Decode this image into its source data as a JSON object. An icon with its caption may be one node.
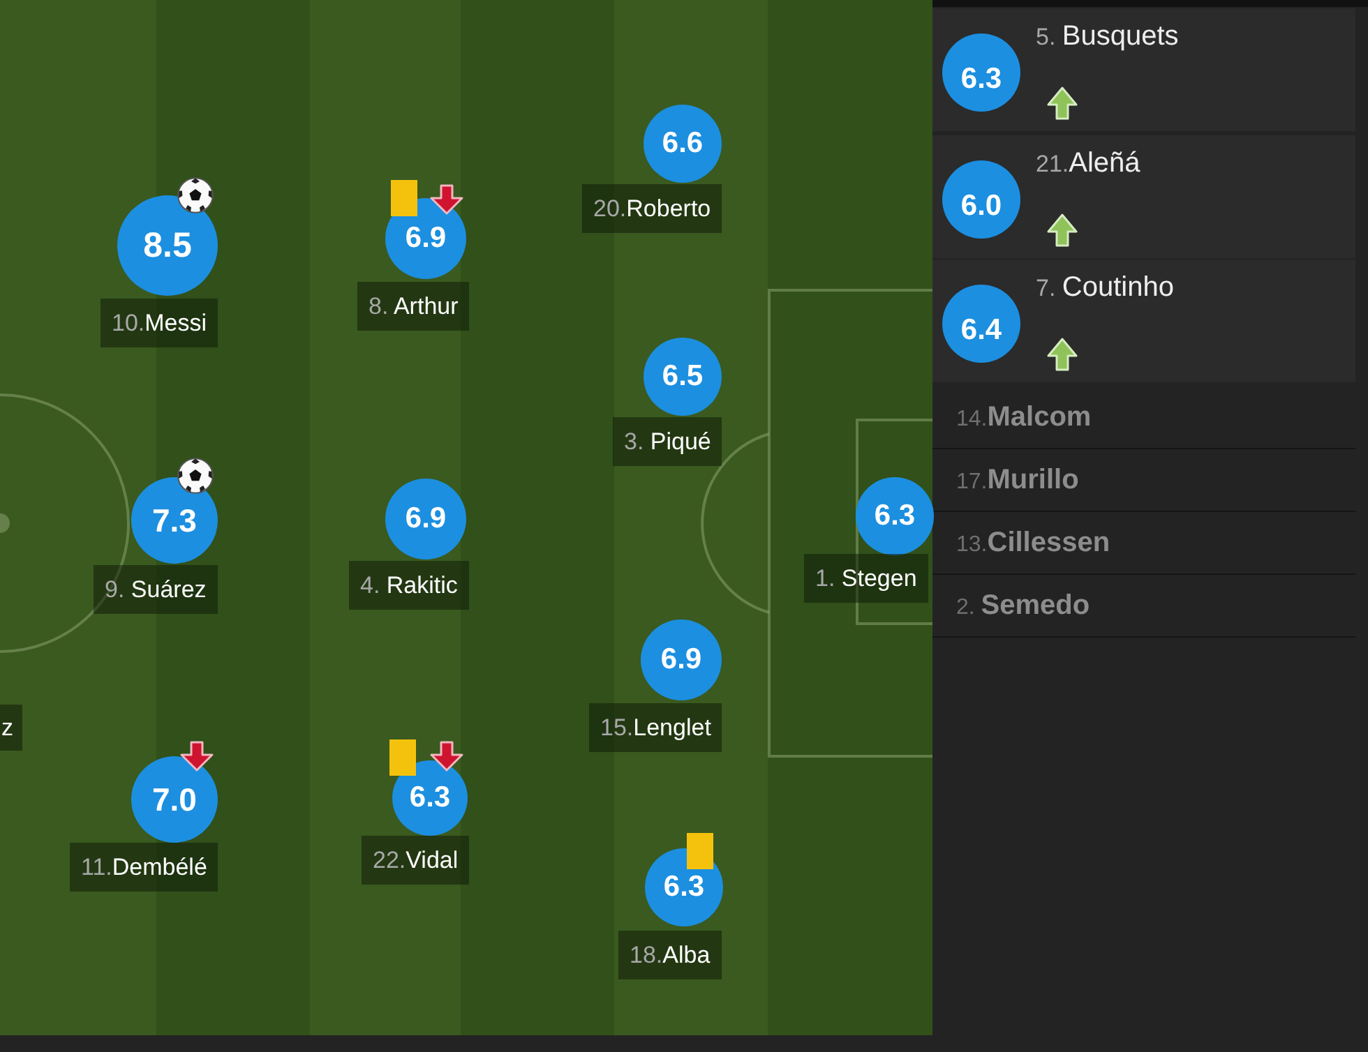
{
  "diagram": {
    "nodes": [
      {
        "text": [
          "8.5"
        ],
        "beside": [
          "10.Messi"
        ]
      },
      {
        "text": [
          "7.3"
        ],
        "beside": [
          "9. Suárez"
        ]
      },
      {
        "text": [
          "7.0"
        ],
        "beside": [
          "11.Dembélé"
        ]
      },
      {
        "text": [
          "6.9"
        ],
        "beside": [
          "8. Arthur"
        ]
      },
      {
        "text": [
          "6.9"
        ],
        "beside": [
          "4. Rakitic"
        ]
      },
      {
        "text": [
          "6.3"
        ],
        "beside": [
          "22.Vidal"
        ]
      },
      {
        "text": [
          "6.6"
        ],
        "beside": [
          "20.Roberto"
        ]
      },
      {
        "text": [
          "6.5"
        ],
        "beside": [
          "3. Piqué"
        ]
      },
      {
        "text": [
          "6.9"
        ],
        "beside": [
          "15.Lenglet"
        ]
      },
      {
        "text": [
          "6.3"
        ],
        "beside": [
          "18.Alba"
        ]
      },
      {
        "text": [
          "6.3"
        ],
        "beside": [
          "1. Stegen"
        ]
      },
      {
        "text": [
          "6.3"
        ],
        "beside": [
          "5. Busquets"
        ]
      },
      {
        "text": [
          "6.0"
        ],
        "beside": [
          "21.Aleñá"
        ]
      },
      {
        "text": [
          "6.4"
        ],
        "beside": [
          "7. Coutinho"
        ]
      }
    ],
    "labels": [
      "z",
      "14.Malcom",
      "17.Murillo",
      "13.Cillessen",
      "2. Semedo"
    ]
  }
}
